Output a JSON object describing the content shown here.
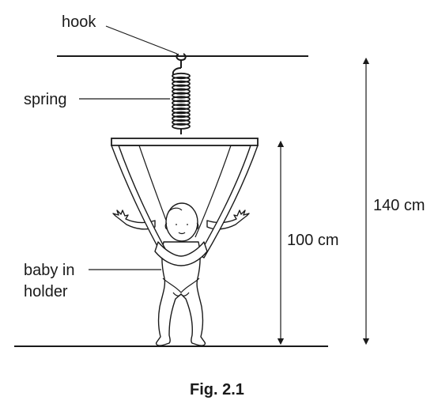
{
  "labels": {
    "hook": "hook",
    "spring": "spring",
    "baby_line1": "baby in",
    "baby_line2": "holder",
    "height_inner": "100 cm",
    "height_outer": "140 cm"
  },
  "caption": "Fig. 2.1",
  "colors": {
    "ink": "#1a1a1a",
    "background": "#ffffff"
  }
}
